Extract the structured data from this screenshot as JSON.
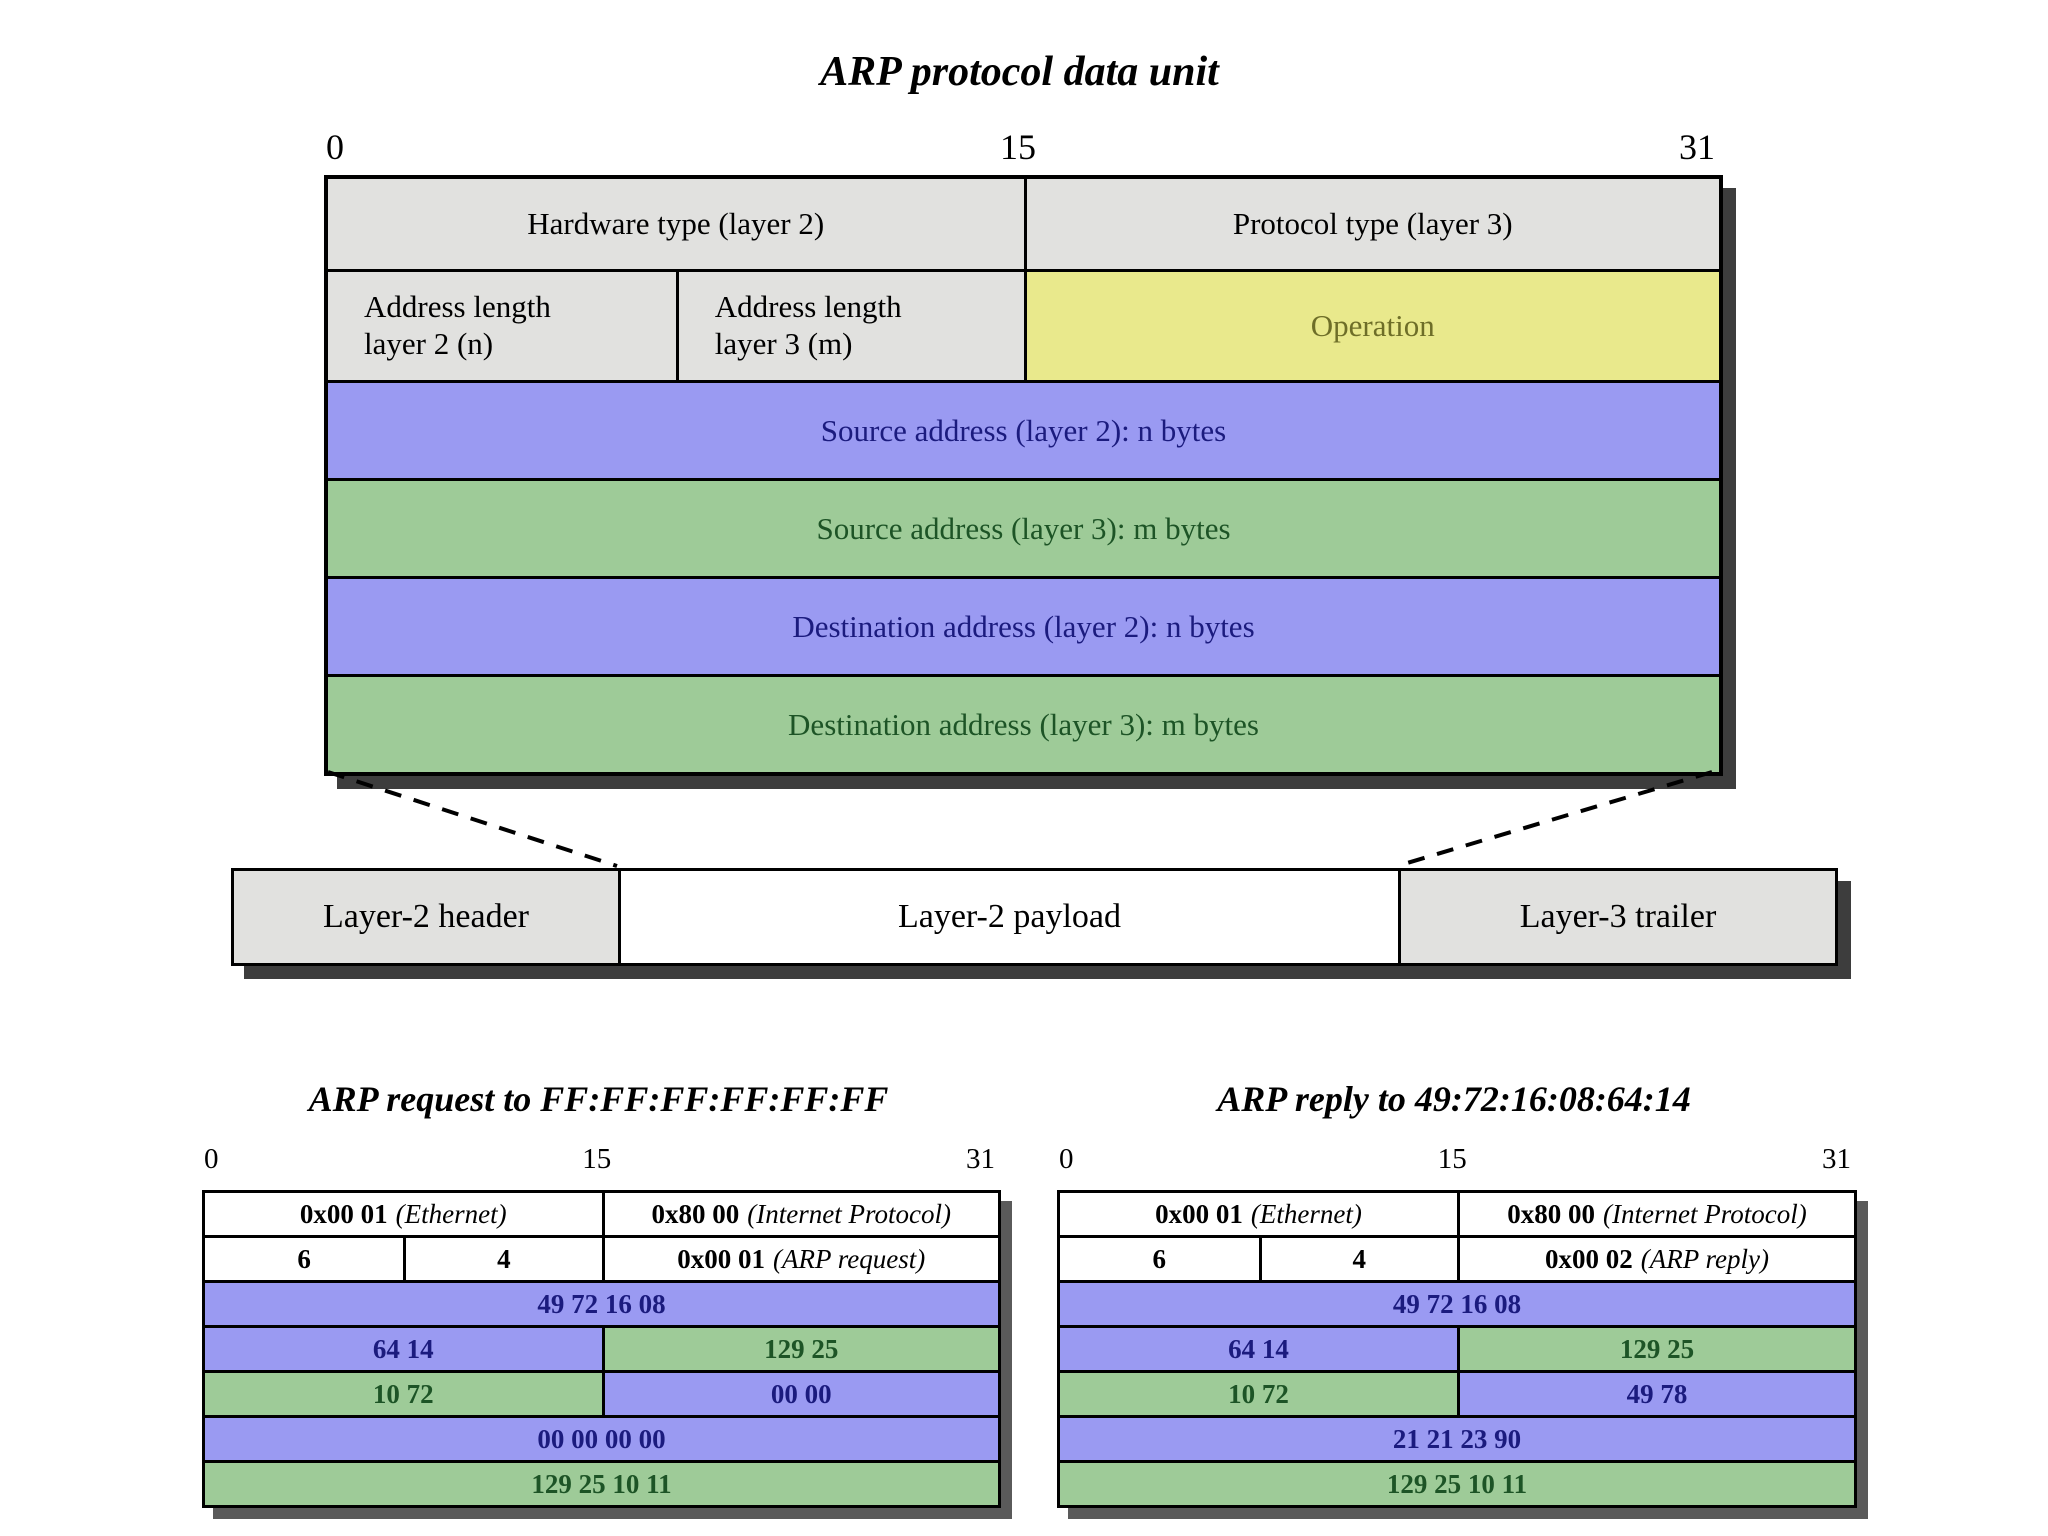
{
  "colors": {
    "cell_gray": "#e1e1df",
    "cell_yellow": "#e9e98c",
    "cell_blue": "#9a9af2",
    "cell_green": "#9ecb98",
    "text_navy": "#1b1b7e",
    "text_dark_green": "#1d5426",
    "text_olive": "#6e6e28",
    "border_black": "#000000",
    "shadow_gray": "#3d3d3d"
  },
  "pdu": {
    "title": "ARP protocol data unit",
    "bits": [
      "0",
      "15",
      "31"
    ],
    "rows": [
      {
        "cells": [
          {
            "label": "Hardware type (layer 2)"
          },
          {
            "label": "Protocol type (layer 3)"
          }
        ]
      },
      {
        "cells": [
          {
            "line1": "Address length",
            "line2": "layer 2 (n)"
          },
          {
            "line1": "Address length",
            "line2": "layer 3 (m)"
          },
          {
            "label": "Operation"
          }
        ]
      },
      {
        "cells": [
          {
            "label": "Source address (layer 2): n bytes"
          }
        ]
      },
      {
        "cells": [
          {
            "label": "Source address (layer 3): m bytes"
          }
        ]
      },
      {
        "cells": [
          {
            "label": "Destination address (layer 2): n bytes"
          }
        ]
      },
      {
        "cells": [
          {
            "label": "Destination address (layer 3): m bytes"
          }
        ]
      }
    ]
  },
  "frame": {
    "cells": [
      {
        "label": "Layer-2 header"
      },
      {
        "label": "Layer-2 payload"
      },
      {
        "label": "Layer-3 trailer"
      }
    ]
  },
  "request": {
    "title": "ARP request to FF:FF:FF:FF:FF:FF",
    "bits": [
      "0",
      "15",
      "31"
    ],
    "rows": [
      {
        "cells": [
          {
            "value": "0x00 01",
            "note": "(Ethernet)"
          },
          {
            "value": "0x80 00",
            "note": "(Internet Protocol)"
          }
        ]
      },
      {
        "cells": [
          {
            "value": "6"
          },
          {
            "value": "4"
          },
          {
            "value": "0x00 01",
            "note": "(ARP request)"
          }
        ]
      },
      {
        "cells": [
          {
            "value": "49 72 16 08"
          }
        ]
      },
      {
        "cells": [
          {
            "value": "64 14"
          },
          {
            "value": "129 25"
          }
        ]
      },
      {
        "cells": [
          {
            "value": "10 72"
          },
          {
            "value": "00 00"
          }
        ]
      },
      {
        "cells": [
          {
            "value": "00 00 00 00"
          }
        ]
      },
      {
        "cells": [
          {
            "value": "129 25 10 11"
          }
        ]
      }
    ]
  },
  "reply": {
    "title": "ARP reply to 49:72:16:08:64:14",
    "bits": [
      "0",
      "15",
      "31"
    ],
    "rows": [
      {
        "cells": [
          {
            "value": "0x00 01",
            "note": "(Ethernet)"
          },
          {
            "value": "0x80 00",
            "note": "(Internet Protocol)"
          }
        ]
      },
      {
        "cells": [
          {
            "value": "6"
          },
          {
            "value": "4"
          },
          {
            "value": "0x00 02",
            "note": "(ARP reply)"
          }
        ]
      },
      {
        "cells": [
          {
            "value": "49 72 16 08"
          }
        ]
      },
      {
        "cells": [
          {
            "value": "64 14"
          },
          {
            "value": "129 25"
          }
        ]
      },
      {
        "cells": [
          {
            "value": "10 72"
          },
          {
            "value": "49 78"
          }
        ]
      },
      {
        "cells": [
          {
            "value": "21 21 23 90"
          }
        ]
      },
      {
        "cells": [
          {
            "value": "129 25 10 11"
          }
        ]
      }
    ]
  }
}
